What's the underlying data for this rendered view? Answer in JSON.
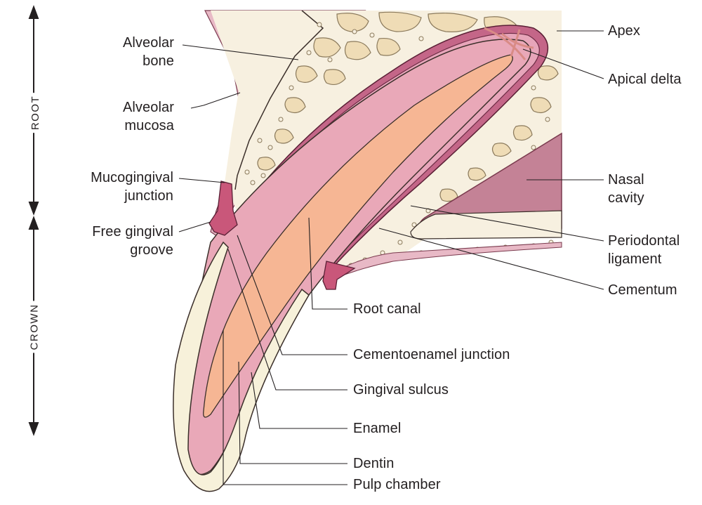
{
  "axis": {
    "root": "ROOT",
    "crown": "CROWN"
  },
  "labels": {
    "alveolar_bone": "Alveolar\nbone",
    "alveolar_mucosa": "Alveolar\nmucosa",
    "mucogingival_junction": "Mucogingival\njunction",
    "free_gingival_groove": "Free gingival\ngroove",
    "apex": "Apex",
    "apical_delta": "Apical delta",
    "nasal_cavity": "Nasal\ncavity",
    "periodontal_ligament": "Periodontal\nligament",
    "cementum": "Cementum",
    "root_canal": "Root canal",
    "cementoenamel_junction": "Cementoenamel junction",
    "gingival_sulcus": "Gingival sulcus",
    "enamel": "Enamel",
    "dentin": "Dentin",
    "pulp_chamber": "Pulp chamber"
  },
  "colors": {
    "gingiva": "#e8b9c6",
    "gingiva_dark": "#c9577a",
    "bone_bg": "#f7f0e0",
    "bone_cell": "#efdcb6",
    "bone_outline": "#8b7a5c",
    "dentin": "#e9a8b8",
    "pulp": "#f6b694",
    "enamel": "#f7f1da",
    "ligament": "#c46688",
    "nasal": "#c48296",
    "apical_delta": "#d98b86",
    "leader": "#231f20"
  }
}
